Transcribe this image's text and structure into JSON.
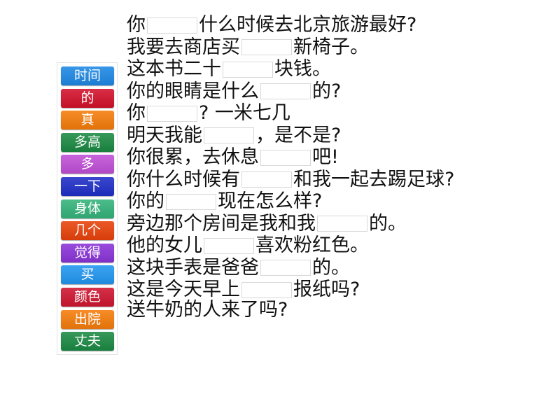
{
  "word_bank": {
    "tiles": [
      {
        "label": "时间",
        "color": "#1e88e5"
      },
      {
        "label": "的",
        "color": "#d3112b"
      },
      {
        "label": "真",
        "color": "#f57c0a"
      },
      {
        "label": "多高",
        "color": "#1b8a43"
      },
      {
        "label": "多",
        "color": "#c04fd6"
      },
      {
        "label": "一下",
        "color": "#1f2fc8"
      },
      {
        "label": "身体",
        "color": "#33b37a"
      },
      {
        "label": "几个",
        "color": "#e8420a"
      },
      {
        "label": "觉得",
        "color": "#8a33d8"
      },
      {
        "label": "买",
        "color": "#2196f0"
      },
      {
        "label": "颜色",
        "color": "#cf1530"
      },
      {
        "label": "出院",
        "color": "#f57c0a"
      },
      {
        "label": "丈夫",
        "color": "#1b8a43"
      }
    ]
  },
  "sentences": [
    {
      "before": "你",
      "after": "什么时候去北京旅游最好?"
    },
    {
      "before": "我要去商店买",
      "after": "新椅子。"
    },
    {
      "before": "这本书二十",
      "after": "块钱。"
    },
    {
      "before": "你的眼睛是什么",
      "after": "的?"
    },
    {
      "before": "你",
      "after": "? 一米七几"
    },
    {
      "before": "明天我能",
      "after": "，是不是?"
    },
    {
      "before": "你很累，去休息",
      "after": "吧!"
    },
    {
      "before": "你什么时候有",
      "after": "和我一起去踢足球?"
    },
    {
      "before": "你的",
      "after": "现在怎么样?"
    },
    {
      "before": "旁边那个房间是我和我",
      "after": "的。"
    },
    {
      "before": "他的女儿",
      "after": "喜欢粉红色。"
    },
    {
      "before": "这块手表是爸爸",
      "after": "的。"
    },
    {
      "before": "这是今天早上",
      "after": "报纸吗?"
    },
    {
      "before": "送牛奶的人来了吗?",
      "after": ""
    }
  ]
}
